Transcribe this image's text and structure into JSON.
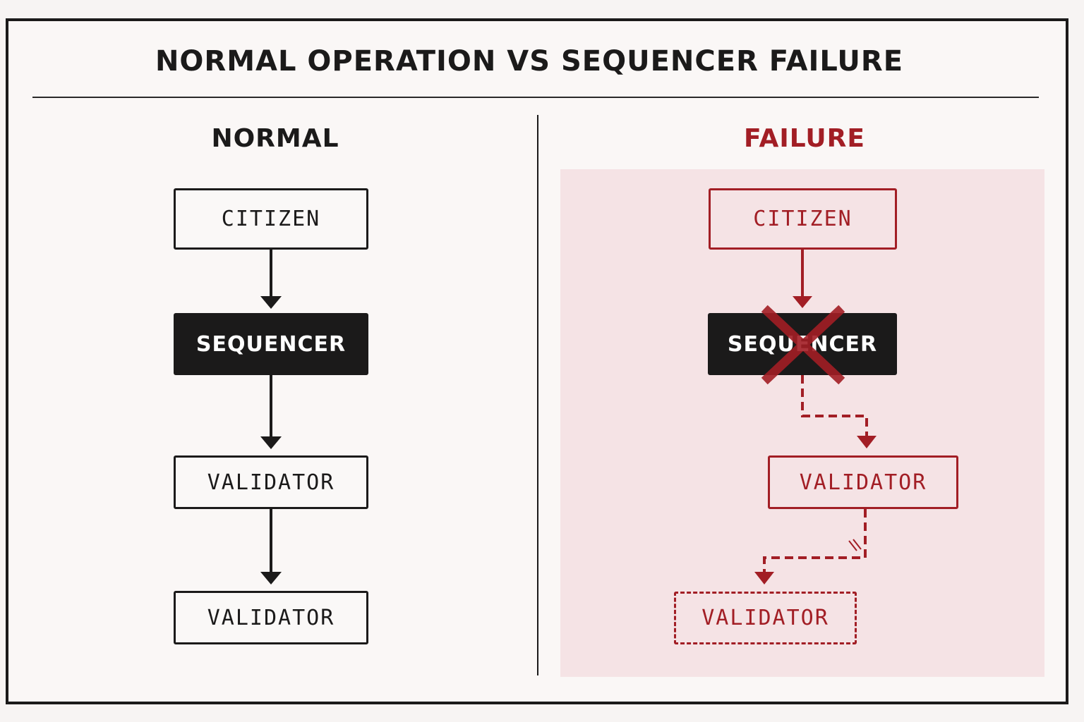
{
  "title": "NORMAL OPERATION VS SEQUENCER FAILURE",
  "normal": {
    "heading": "NORMAL",
    "nodes": [
      "CITIZEN",
      "SEQUENCER",
      "VALIDATOR",
      "VALIDATOR"
    ]
  },
  "failure": {
    "heading": "FAILURE",
    "nodes": [
      "CITIZEN",
      "SEQUENCER",
      "VALIDATOR",
      "VALIDATOR"
    ]
  },
  "colors": {
    "ink": "#1b1a1a",
    "failure_red": "#a21e25",
    "failure_background": "#f5e3e5"
  }
}
